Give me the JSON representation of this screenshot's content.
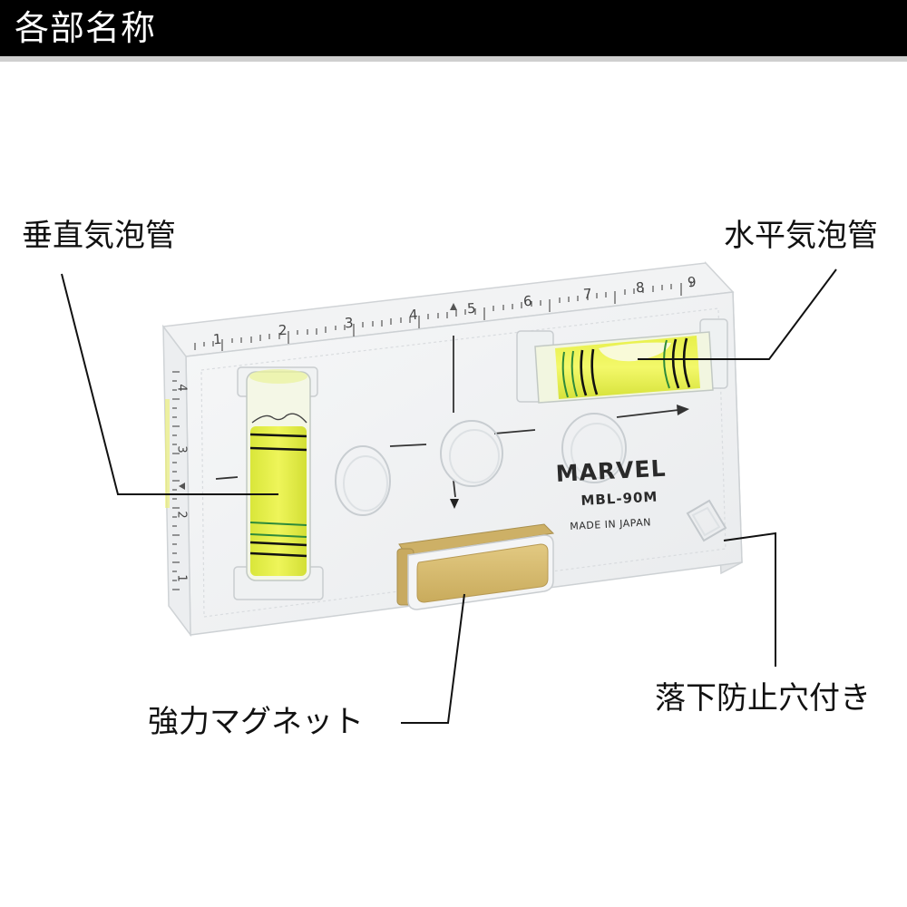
{
  "header": {
    "title": "各部名称"
  },
  "product": {
    "brand": "MARVEL",
    "model": "MBL-90M",
    "origin": "MADE IN JAPAN",
    "ruler_top_marks": [
      "1",
      "2",
      "3",
      "4",
      "5",
      "6",
      "7",
      "8",
      "9"
    ],
    "ruler_side_marks": [
      "1",
      "2",
      "3",
      "4"
    ]
  },
  "callouts": {
    "vertical_vial": "垂直気泡管",
    "horizontal_vial": "水平気泡管",
    "magnet": "強力マグネット",
    "drop_prevention_hole": "落下防止穴付き"
  },
  "colors": {
    "header_bg": "#000000",
    "header_text": "#ffffff",
    "vial_liquid": "#e6f23a",
    "magnet_gold": "#d4b86a",
    "leader_line": "#111111"
  }
}
